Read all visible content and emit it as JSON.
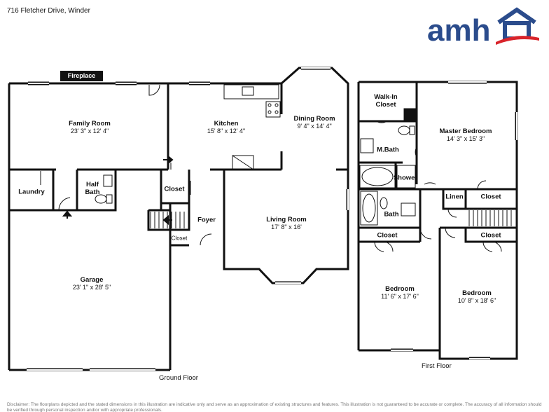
{
  "header": {
    "address": "716 Fletcher Drive, Winder"
  },
  "logo": {
    "text": "amh",
    "primary_color": "#2b4c8c",
    "accent_color": "#d9242b"
  },
  "ground_floor": {
    "label": "Ground Floor",
    "fireplace": "Fireplace",
    "rooms": {
      "family_room": {
        "name": "Family Room",
        "dims": "23' 3\" x 12' 4\""
      },
      "kitchen": {
        "name": "Kitchen",
        "dims": "15' 8\" x 12' 4\""
      },
      "dining_room": {
        "name": "Dining Room",
        "dims": "9' 4\" x 14' 4\""
      },
      "laundry": {
        "name": "Laundry"
      },
      "half_bath": {
        "line1": "Half",
        "line2": "Bath"
      },
      "closet_a": {
        "name": "Closet"
      },
      "closet_b": {
        "name": "Closet"
      },
      "foyer": {
        "name": "Foyer"
      },
      "living_room": {
        "name": "Living Room",
        "dims": "17' 8\" x 16'"
      },
      "garage": {
        "name": "Garage",
        "dims": "23' 1\" x 28' 5\""
      }
    }
  },
  "first_floor": {
    "label": "First Floor",
    "rooms": {
      "walk_in_closet": {
        "line1": "Walk-In",
        "line2": "Closet"
      },
      "master_bedroom": {
        "name": "Master Bedroom",
        "dims": "14' 3\" x 15' 3\""
      },
      "m_bath": {
        "name": "M.Bath"
      },
      "shower": {
        "name": "Shower"
      },
      "linen": {
        "name": "Linen"
      },
      "closet_a": {
        "name": "Closet"
      },
      "bath": {
        "name": "Bath"
      },
      "closet_b": {
        "name": "Closet"
      },
      "closet_c": {
        "name": "Closet"
      },
      "bedroom_1": {
        "name": "Bedroom",
        "dims": "11' 6\" x 17' 6\""
      },
      "bedroom_2": {
        "name": "Bedroom",
        "dims": "10' 8\" x 18' 6\""
      }
    }
  },
  "disclaimer": "Disclaimer: The floorplans depicted and the stated dimensions in this illustration are indicative only and serve as an approximation of existing structures and features. This illustration is not guaranteed to be accurate or complete. The accuracy of all information should be verified through personal inspection and/or with appropriate professionals."
}
